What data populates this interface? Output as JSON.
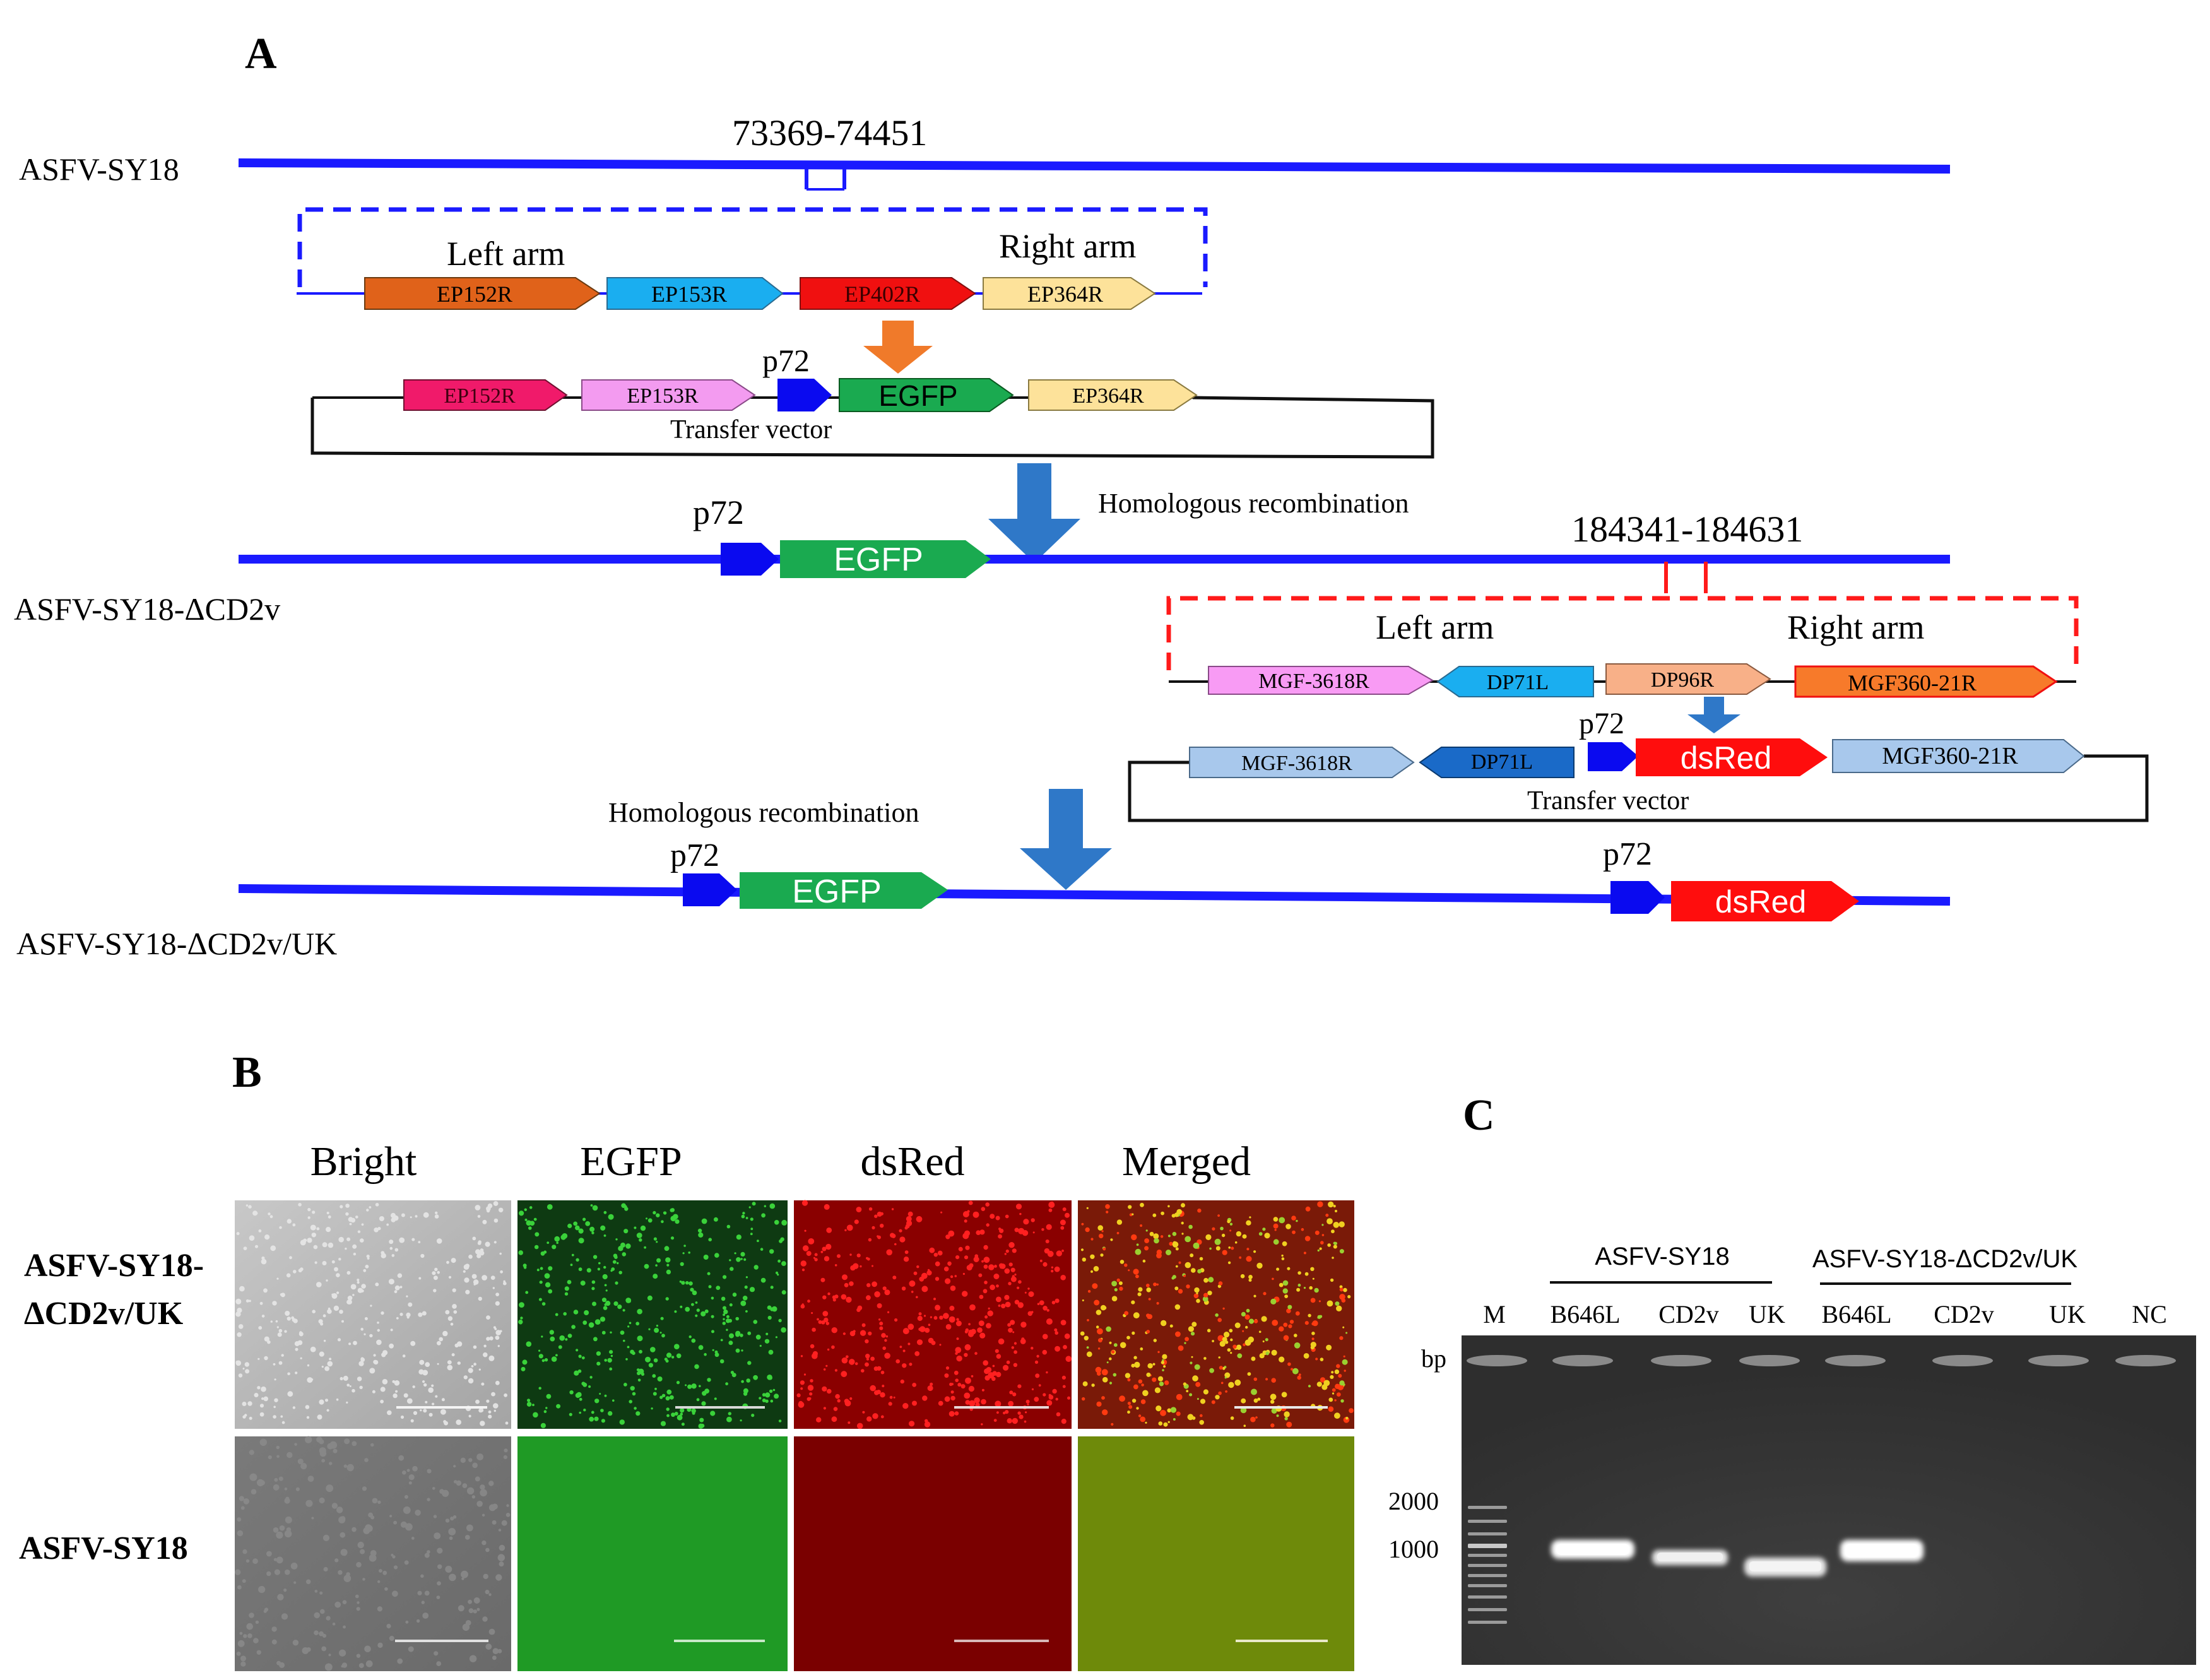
{
  "panels": {
    "a": "A",
    "b": "B",
    "c": "C"
  },
  "a": {
    "genome_labels": {
      "wt": "ASFV-SY18",
      "dcd2v": "ASFV-SY18-ΔCD2v",
      "dcd2v_uk": "ASFV-SY18-ΔCD2v/UK"
    },
    "site1": "73369-74451",
    "site2": "184341-184631",
    "left_arm": "Left arm",
    "right_arm": "Right arm",
    "p72": "p72",
    "egfp": "EGFP",
    "dsred": "dsRed",
    "transfer_vector": "Transfer  vector",
    "homologous_recombination": "Homologous  recombination",
    "genes1": [
      "EP152R",
      "EP153R",
      "EP402R",
      "EP364R"
    ],
    "vector1_genes": [
      "EP152R",
      "EP153R",
      "EP364R"
    ],
    "genes2": [
      "MGF-3618R",
      "DP71L",
      "DP96R",
      "MGF360-21R"
    ],
    "vector2_genes": [
      "MGF-3618R",
      "DP71L",
      "MGF360-21R"
    ]
  },
  "b": {
    "columns": [
      "Bright",
      "EGFP",
      "dsRed",
      "Merged"
    ],
    "row_labels": {
      "r1_line1": "ASFV-SY18-",
      "r1_line2": "ΔCD2v/UK",
      "r2": "ASFV-SY18"
    }
  },
  "c": {
    "groups": [
      "ASFV-SY18",
      "ASFV-SY18-ΔCD2v/UK"
    ],
    "lanes": [
      "M",
      "B646L",
      "CD2v",
      "UK",
      "B646L",
      "CD2v",
      "UK",
      "NC"
    ],
    "bp": "bp",
    "ladder": [
      "2000",
      "1000"
    ]
  },
  "colors": {
    "genome": "#1a1aff",
    "egfp": "#1aaa50",
    "dsred": "#ff0d0d",
    "p72": "#0a0af0",
    "arrow_blue": "#2f78c8",
    "arrow_orange": "#f07a2a"
  }
}
